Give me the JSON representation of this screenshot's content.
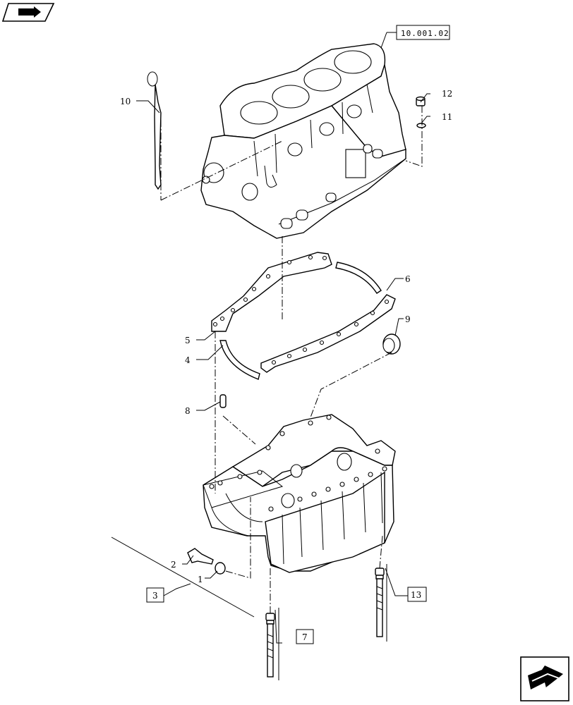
{
  "reference": {
    "label": "10.001.02"
  },
  "callouts": {
    "c1": "1",
    "c2": "2",
    "c3": "3",
    "c4": "4",
    "c5": "5",
    "c6": "6",
    "c7": "7",
    "c8": "8",
    "c9": "9",
    "c10": "10",
    "c11": "11",
    "c12": "12",
    "c13": "13"
  },
  "icons": {
    "top_left": "back-arrow-icon",
    "bottom_right": "next-page-arrow-icon"
  }
}
